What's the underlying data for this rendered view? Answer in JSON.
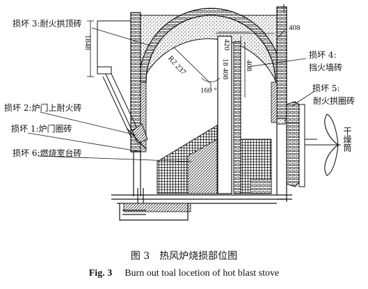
{
  "labels": {
    "damage_3": "损坏 3:耐火拱顶砖",
    "damage_2": "损坏 2:炉门上耐火砖",
    "damage_1": "损坏 1:炉门圈砖",
    "damage_6": "损坏 6:燃烧室台砖",
    "damage_4_line1": "损坏 4:",
    "damage_4_line2": "挡火墙砖",
    "damage_5_line1": "损坏 5:",
    "damage_5_line2": "耐火拱圈砖",
    "dryer": "干燥筒"
  },
  "dimensions": {
    "height_left": "1848",
    "radius": "R2 237",
    "angle": "160 °",
    "top_right": "408",
    "wall_a": "420",
    "wall_b": "18 408",
    "wall_c": "408"
  },
  "caption": {
    "cn_number": "图 3",
    "cn_title": "热风炉烧损部位图",
    "en_number": "Fig. 3",
    "en_title": "Burn out toal locetion of hot blast stove"
  }
}
